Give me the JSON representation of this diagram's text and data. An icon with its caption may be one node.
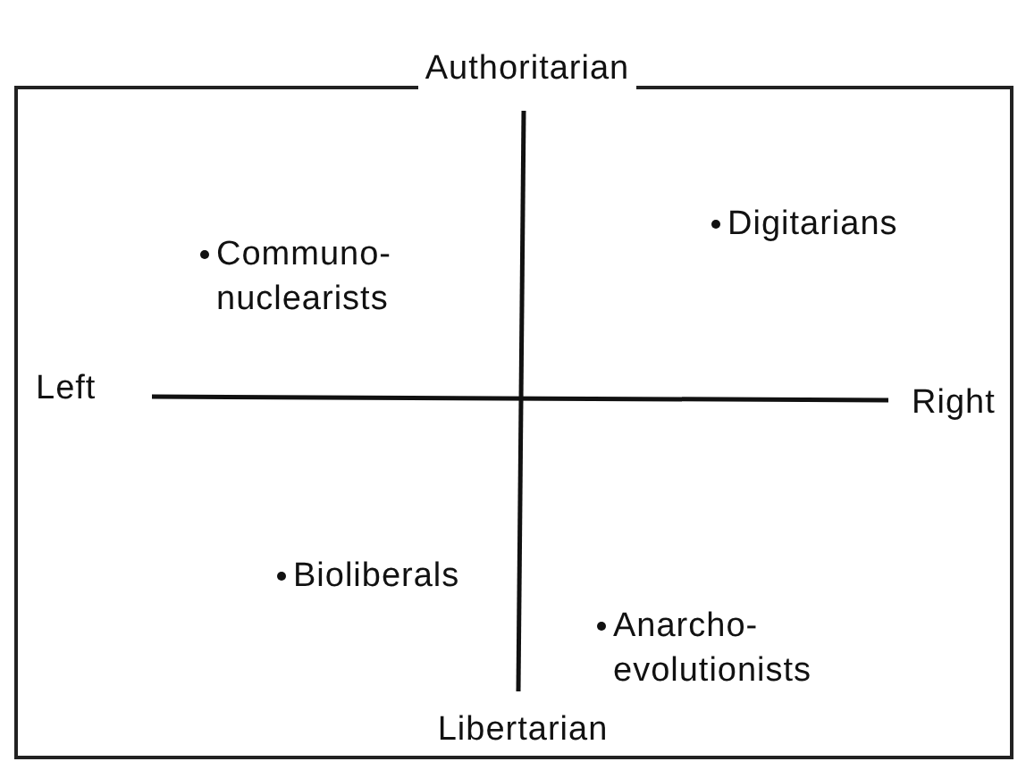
{
  "diagram": {
    "labels": [
      "Authoritarian",
      "Left",
      "Right",
      "Libertarian",
      "Communo- nuclearists",
      "Digitarians",
      "Bioliberals",
      "Anarcho- evolutionists"
    ]
  }
}
